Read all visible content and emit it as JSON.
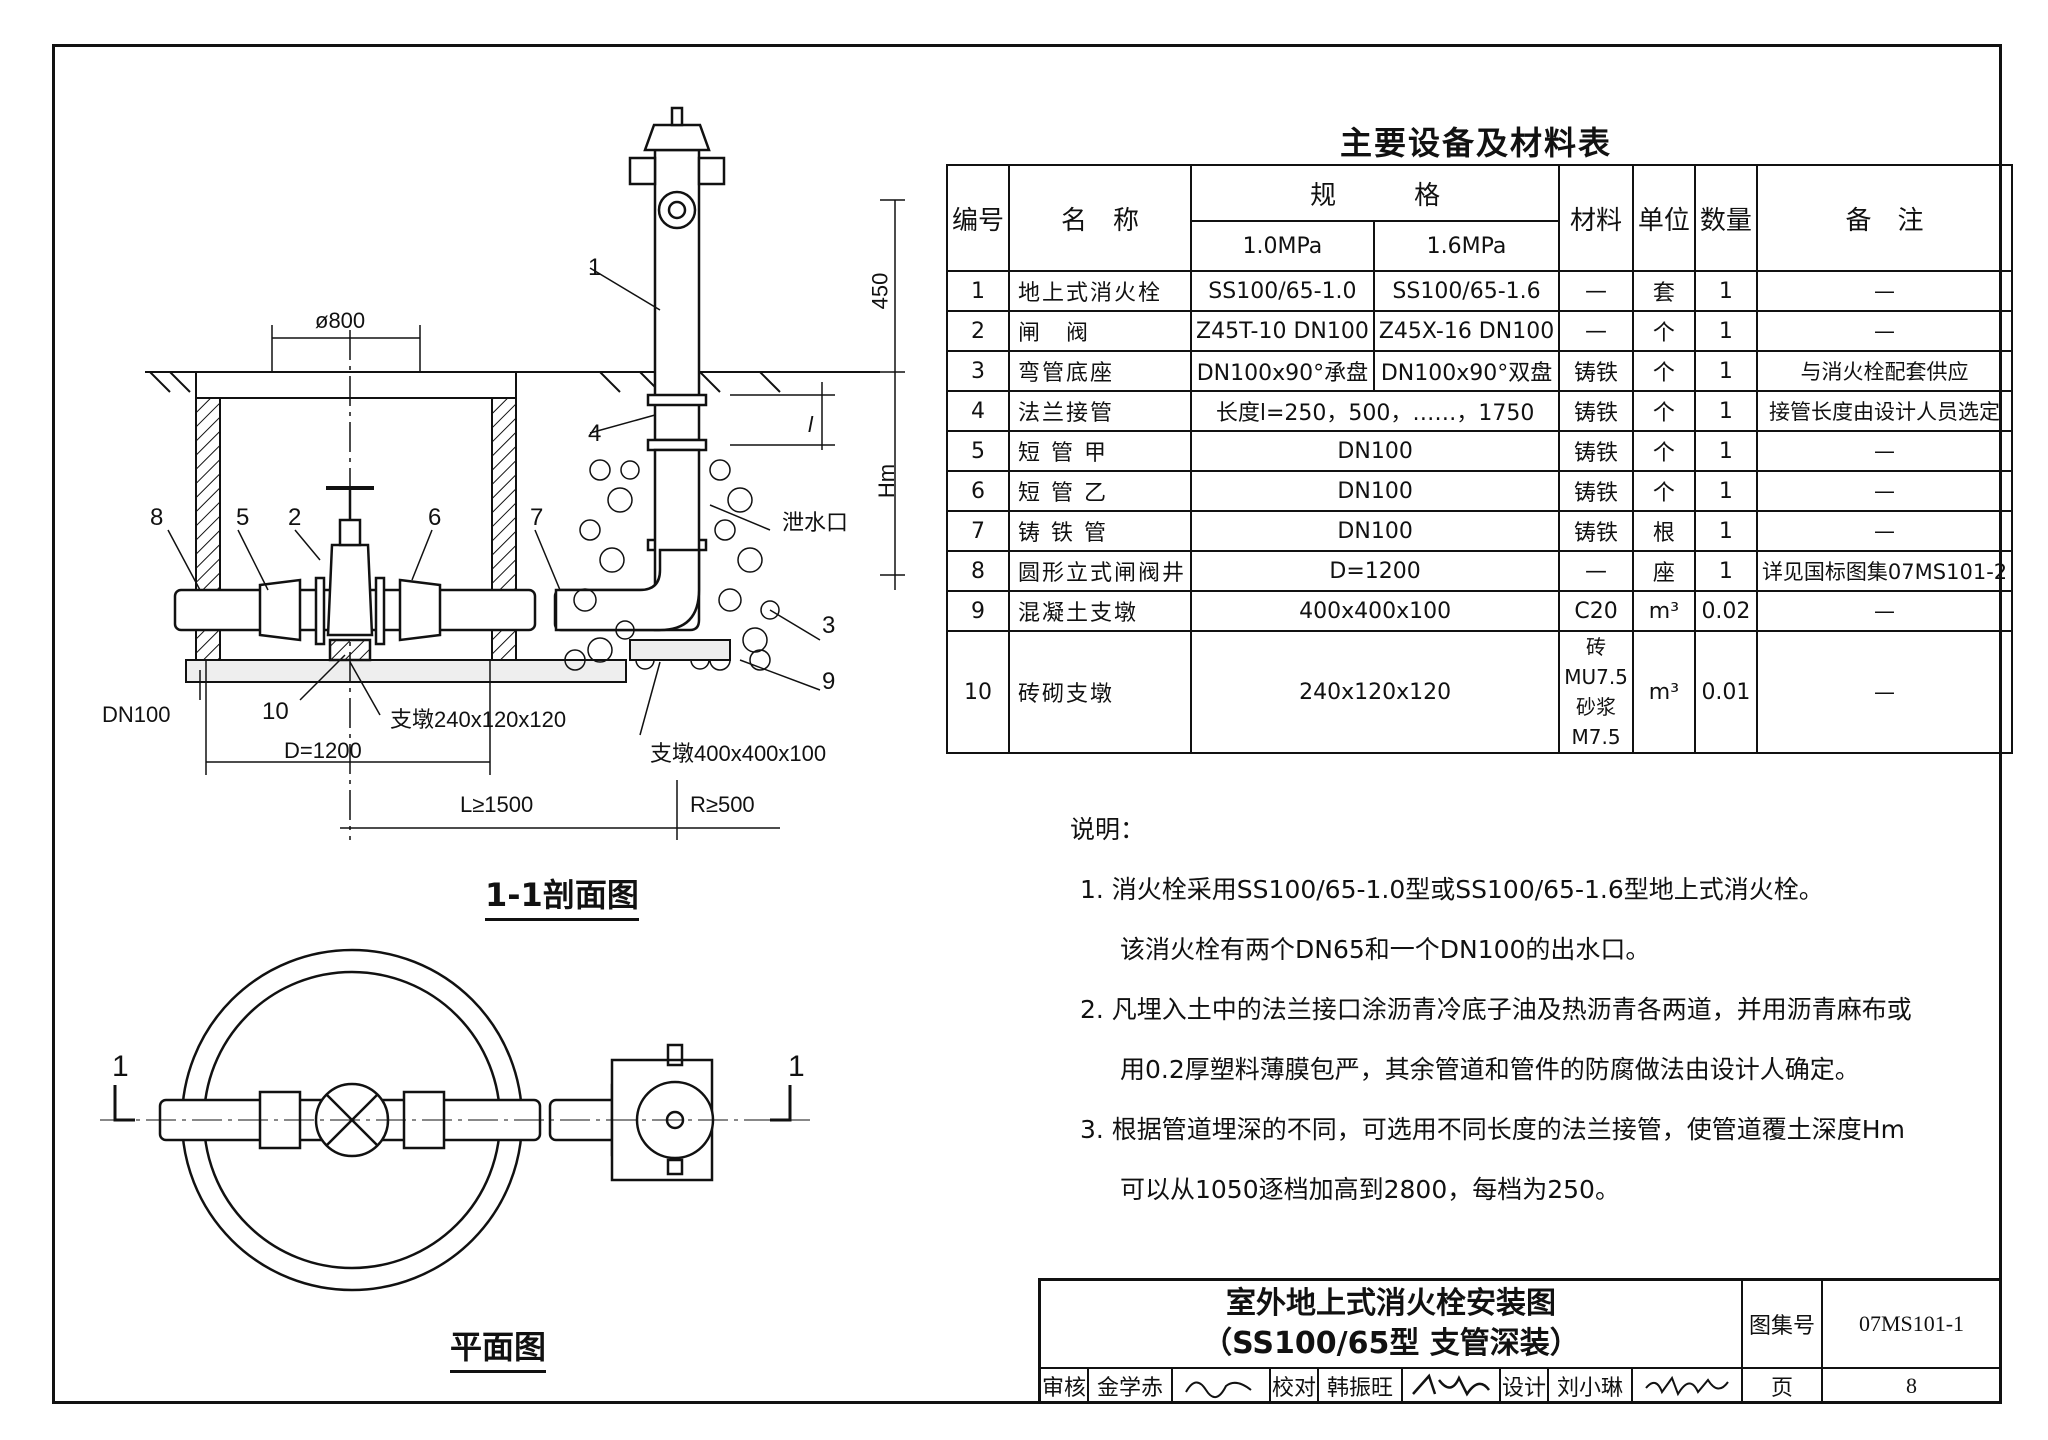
{
  "section_title": "1-1剖面图",
  "plan_title": "平面图",
  "section_labels": {
    "d800": "ø800",
    "d1200": "D=1200",
    "l1500": "L≥1500",
    "r500": "R≥500",
    "h450": "450",
    "hm": "Hm",
    "l": "l",
    "dn100": "DN100",
    "pier_small": "支墩240x120x120",
    "pier_large": "支墩400x400x100",
    "drain": "泄水口",
    "n1": "1",
    "n2": "2",
    "n3": "3",
    "n4": "4",
    "n5": "5",
    "n6": "6",
    "n7": "7",
    "n8": "8",
    "n9": "9",
    "n10": "10"
  },
  "plan_labels": {
    "left": "1",
    "right": "1"
  },
  "table": {
    "title": "主要设备及材料表",
    "headers": {
      "no": "编号",
      "name": "名　称",
      "spec": "规　　　格",
      "spec_a": "1.0MPa",
      "spec_b": "1.6MPa",
      "material": "材料",
      "unit": "单位",
      "qty": "数量",
      "note": "备　注"
    },
    "rows": [
      {
        "no": "1",
        "name": "地上式消火栓",
        "a": "SS100/65-1.0",
        "b": "SS100/65-1.6",
        "mat": "—",
        "unit": "套",
        "qty": "1",
        "note": "—"
      },
      {
        "no": "2",
        "name": "闸　阀",
        "a": "Z45T-10 DN100",
        "b": "Z45X-16 DN100",
        "mat": "—",
        "unit": "个",
        "qty": "1",
        "note": "—"
      },
      {
        "no": "3",
        "name": "弯管底座",
        "a": "DN100x90°承盘",
        "b": "DN100x90°双盘",
        "mat": "铸铁",
        "unit": "个",
        "qty": "1",
        "note": "与消火栓配套供应"
      },
      {
        "no": "4",
        "name": "法兰接管",
        "ab": "长度l=250，500，……，1750",
        "mat": "铸铁",
        "unit": "个",
        "qty": "1",
        "note": "接管长度由设计人员选定"
      },
      {
        "no": "5",
        "name": "短 管 甲",
        "ab": "DN100",
        "mat": "铸铁",
        "unit": "个",
        "qty": "1",
        "note": "—"
      },
      {
        "no": "6",
        "name": "短 管 乙",
        "ab": "DN100",
        "mat": "铸铁",
        "unit": "个",
        "qty": "1",
        "note": "—"
      },
      {
        "no": "7",
        "name": "铸 铁 管",
        "ab": "DN100",
        "mat": "铸铁",
        "unit": "根",
        "qty": "1",
        "note": "—"
      },
      {
        "no": "8",
        "name": "圆形立式闸阀井",
        "ab": "D=1200",
        "mat": "—",
        "unit": "座",
        "qty": "1",
        "note": "详见国标图集07MS101-2"
      },
      {
        "no": "9",
        "name": "混凝土支墩",
        "ab": "400x400x100",
        "mat": "C20",
        "unit": "m³",
        "qty": "0.02",
        "note": "—"
      },
      {
        "no": "10",
        "name": "砖砌支墩",
        "ab": "240x120x120",
        "mat": "砖MU7.5 砂浆M7.5",
        "unit": "m³",
        "qty": "0.01",
        "note": "—"
      }
    ]
  },
  "notes": {
    "heading": "说明：",
    "lines": [
      "1. 消火栓采用SS100/65-1.0型或SS100/65-1.6型地上式消火栓。",
      "该消火栓有两个DN65和一个DN100的出水口。",
      "2. 凡埋入土中的法兰接口涂沥青冷底子油及热沥青各两道，并用沥青麻布或",
      "用0.2厚塑料薄膜包严，其余管道和管件的防腐做法由设计人确定。",
      "3. 根据管道埋深的不同，可选用不同长度的法兰接管，使管道覆土深度Hm",
      "可以从1050逐档加高到2800，每档为250。"
    ]
  },
  "title_block": {
    "title_line1": "室外地上式消火栓安装图",
    "title_line2": "（SS100/65型  支管深装）",
    "atlas_label": "图集号",
    "atlas_no": "07MS101-1",
    "review_label": "审核",
    "review_name": "金学赤",
    "check_label": "校对",
    "check_name": "韩振旺",
    "design_label": "设计",
    "design_name": "刘小琳",
    "page_label": "页",
    "page_no": "8"
  }
}
